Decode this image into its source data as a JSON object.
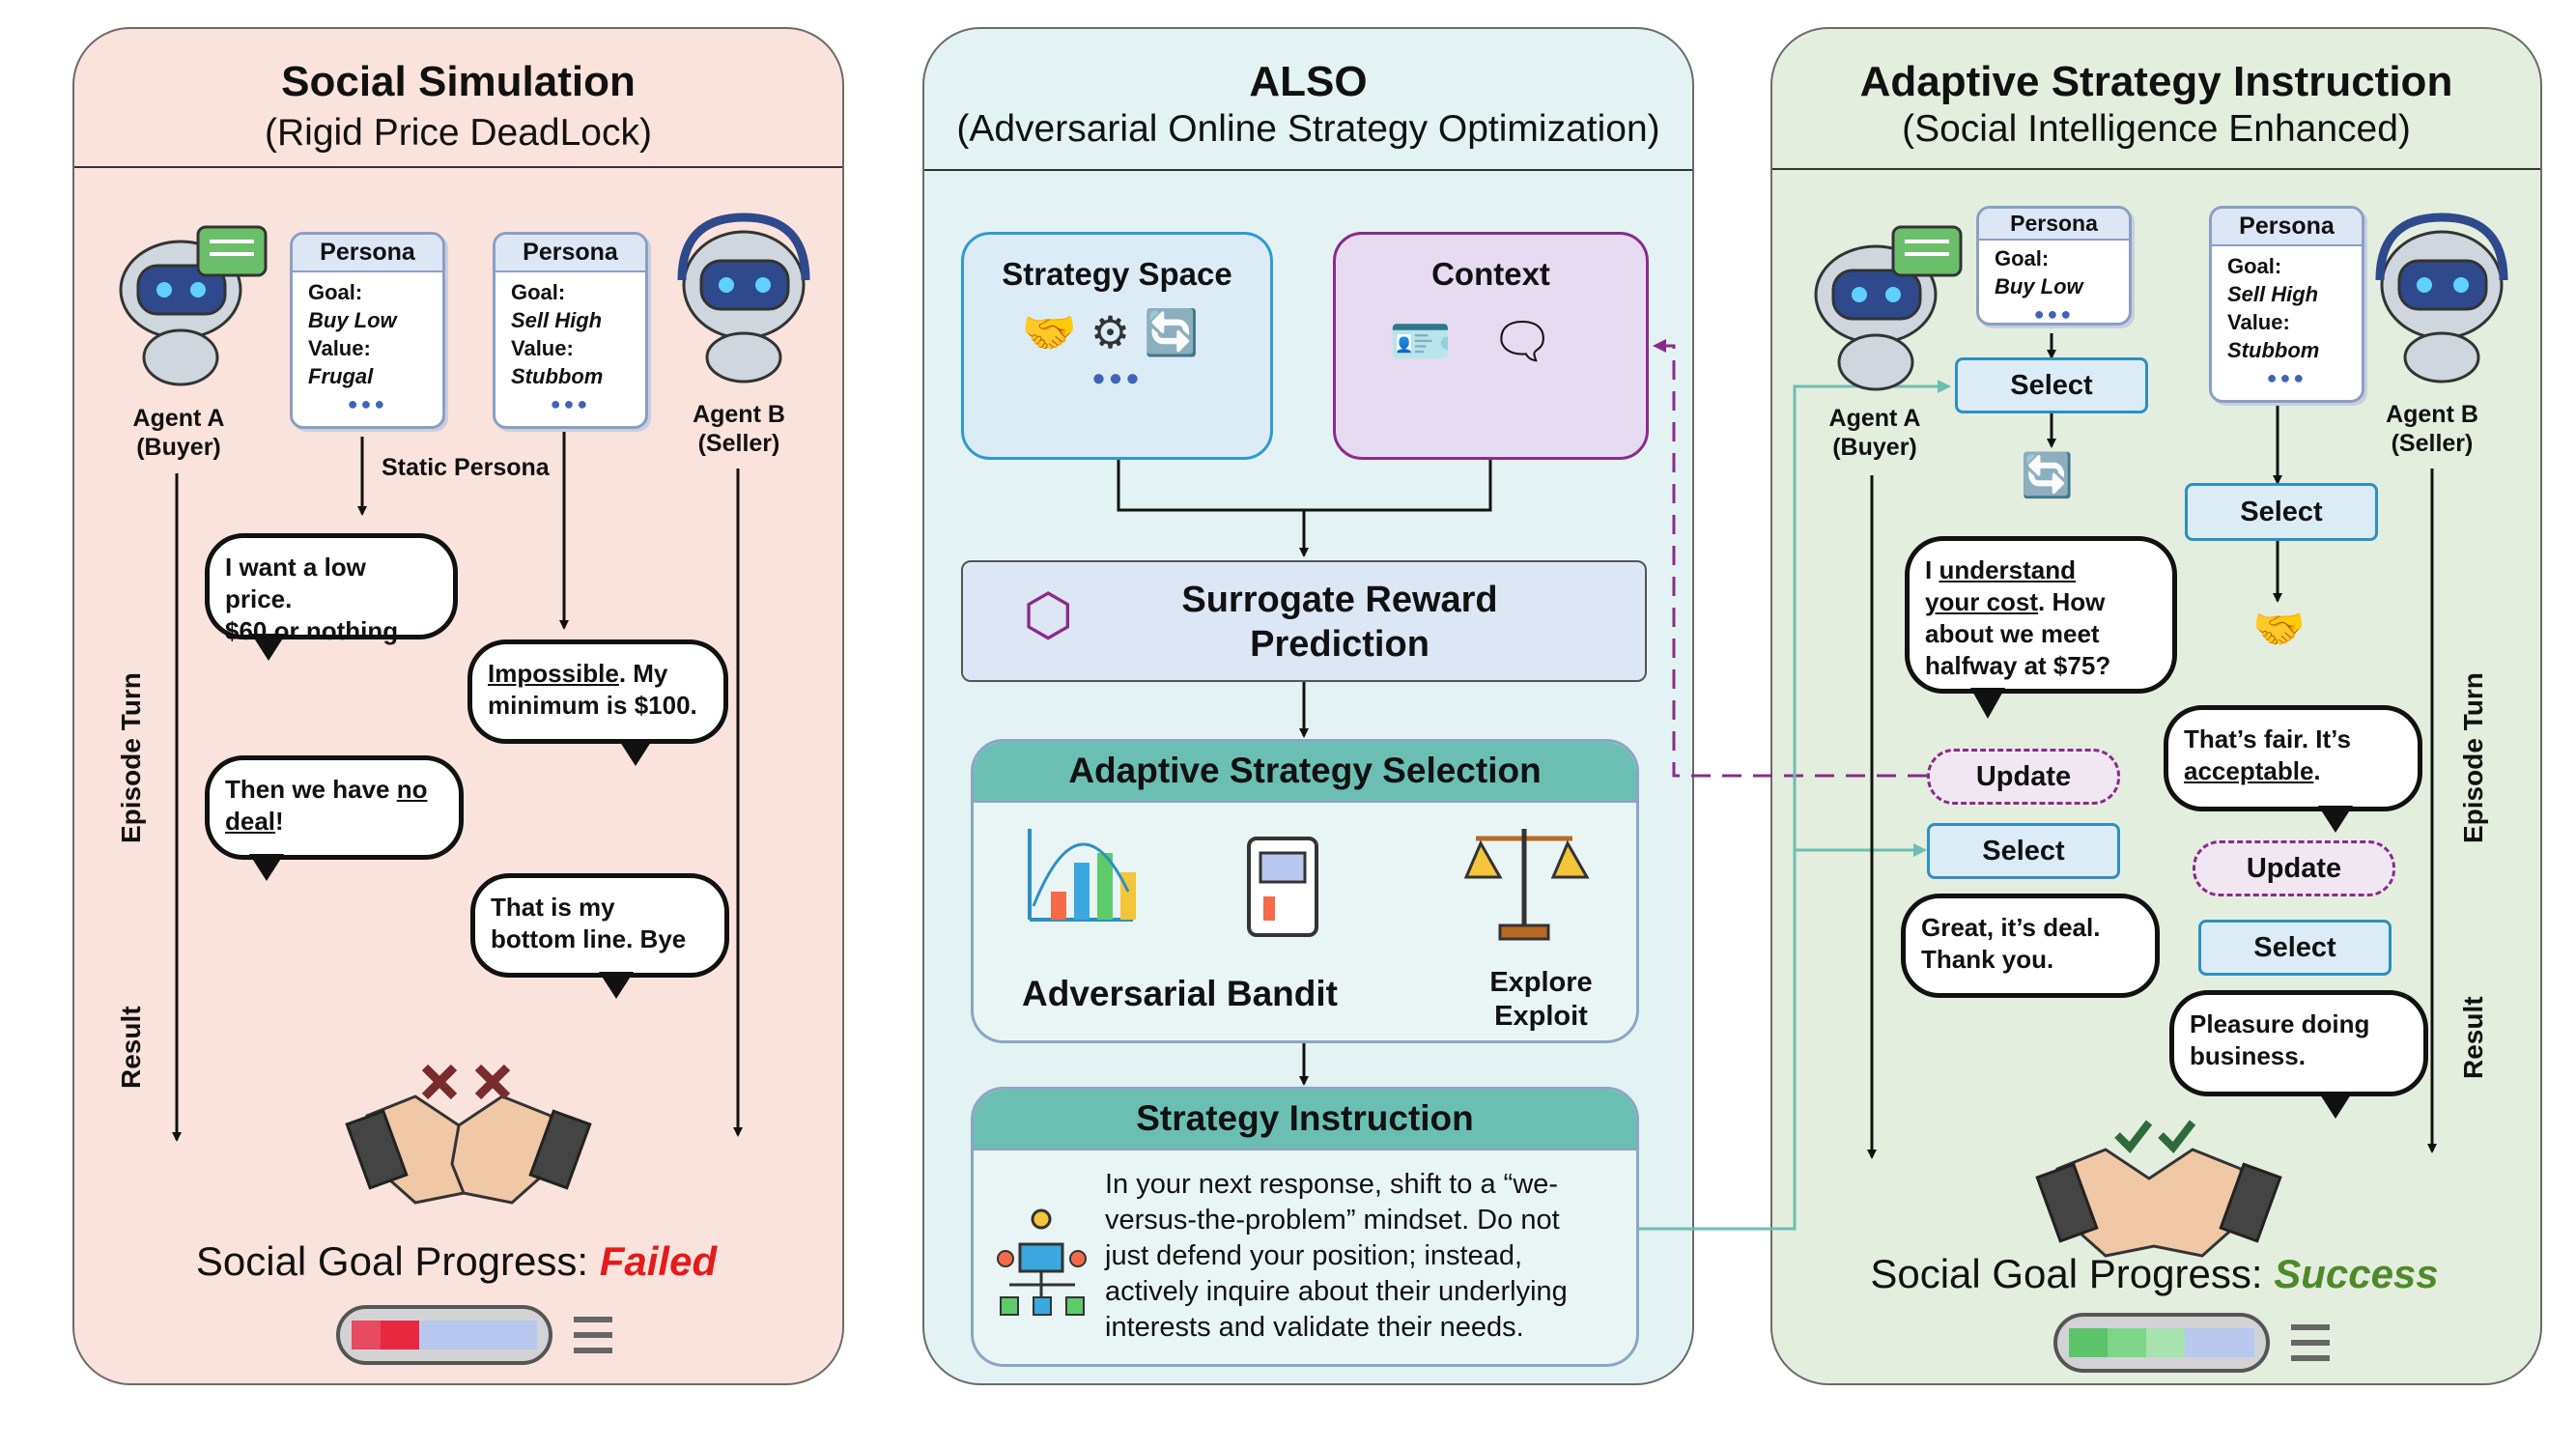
{
  "left": {
    "title": "Social Simulation",
    "subtitle": "(Rigid Price DeadLock)",
    "persona_header": "Persona",
    "persona_a": {
      "goal_label": "Goal:",
      "goal": "Buy Low",
      "value_label": "Value:",
      "value": "Frugal"
    },
    "persona_b": {
      "goal_label": "Goal:",
      "goal": "Sell High",
      "value_label": "Value:",
      "value": "Stubbom"
    },
    "static_persona": "Static Persona",
    "agent_a": {
      "name": "Agent  A",
      "role": "(Buyer)"
    },
    "agent_b": {
      "name": "Agent  B",
      "role": "(Seller)"
    },
    "episode_turn": "Episode Turn",
    "result": "Result",
    "bubbles": {
      "b1_l1": "I want a low price.",
      "b1_l2": "$60 or nothing",
      "b2_u": "Impossible",
      "b2_rest1": ". My",
      "b2_l2": "minimum is $100.",
      "b3_l1a": "Then we have ",
      "b3_no": "no",
      "b3_deal": "deal",
      "b3_excl": "!",
      "b4_l1": "That is my",
      "b4_l2": "bottom line. Bye"
    },
    "progress_label": "Social Goal Progress: ",
    "progress_value": "Failed",
    "progress_color": "#e31b1b"
  },
  "middle": {
    "title": "ALSO",
    "subtitle": "(Adversarial Online Strategy Optimization)",
    "strategy_space": "Strategy Space",
    "context": "Context",
    "surrogate_l1": "Surrogate Reward",
    "surrogate_l2": "Prediction",
    "adaptive_selection": "Adaptive Strategy Selection",
    "adversarial_bandit": "Adversarial Bandit",
    "explore": "Explore",
    "exploit": "Exploit",
    "strategy_instruction": "Strategy Instruction",
    "instruction_lines": [
      "In your next response, shift to a “we-",
      "versus-the-problem” mindset. Do not",
      "just defend your position; instead,",
      "actively inquire about their underlying",
      "interests and validate their needs."
    ]
  },
  "right": {
    "title": "Adaptive Strategy Instruction",
    "subtitle": "(Social Intelligence Enhanced)",
    "persona_header": "Persona",
    "persona_a": {
      "goal_label": "Goal:",
      "goal": "Buy Low"
    },
    "persona_b": {
      "goal_label": "Goal:",
      "goal": "Sell High",
      "value_label": "Value:",
      "value": "Stubbom"
    },
    "agent_a": {
      "name": "Agent  A",
      "role": "(Buyer)"
    },
    "agent_b": {
      "name": "Agent  B",
      "role": "(Seller)"
    },
    "select": "Select",
    "update": "Update",
    "episode_turn": "Episode Turn",
    "result": "Result",
    "bubbles": {
      "r1_a": "I ",
      "r1_u1": "understand",
      "r1_u2": "your cost",
      "r1_b": ". How",
      "r1_l3": "about we meet",
      "r1_l4": "halfway at $75?",
      "r2_l1": "That’s fair. It’s",
      "r2_u": "acceptable",
      "r2_dot": ".",
      "r3_l1": "Great, it’s deal.",
      "r3_l2": "Thank you.",
      "r4_l1": "Pleasure doing",
      "r4_l2": "business."
    },
    "progress_label": "Social Goal Progress: ",
    "progress_value": "Success",
    "progress_color": "#4f8a2a"
  },
  "colors": {
    "left_bg": "#fbe3dd",
    "mid_bg": "#e3f2f2",
    "right_bg": "#e4eedf",
    "teal": "#6bbfb2",
    "purple": "#8a2b8a",
    "blue": "#2e8fc2"
  }
}
